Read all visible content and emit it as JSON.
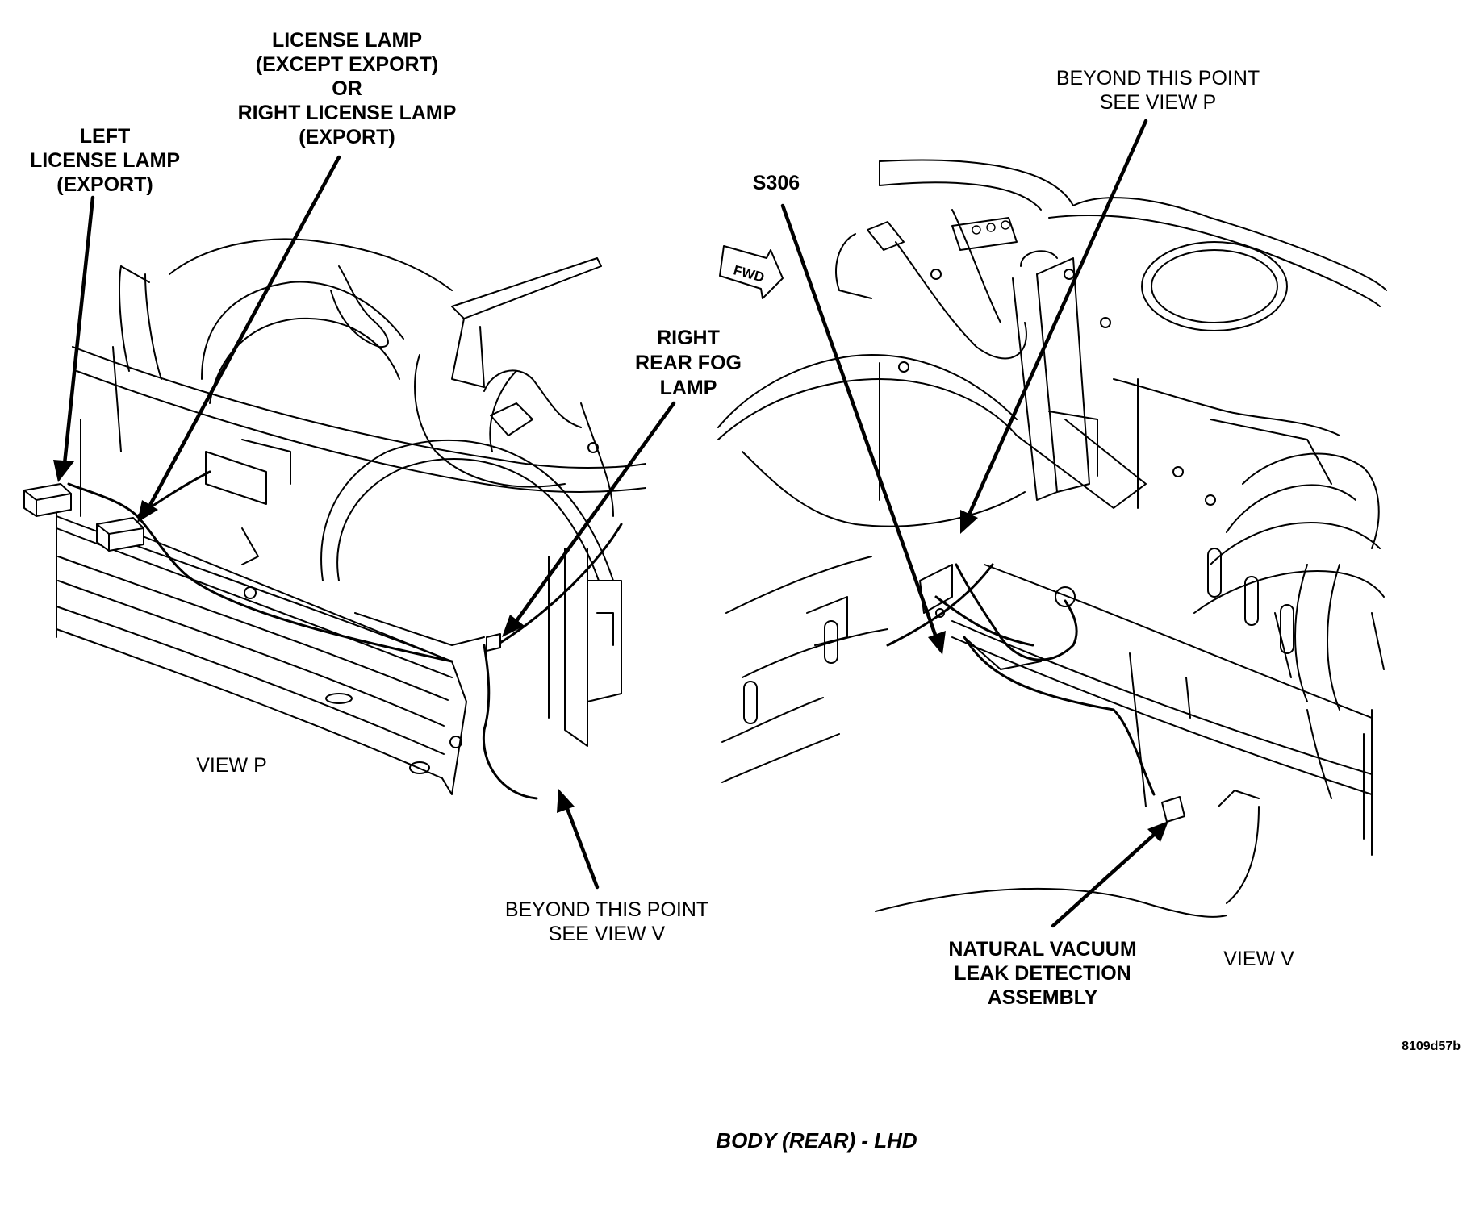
{
  "view_p": {
    "label_left_license_lamp": [
      "LEFT",
      "LICENSE LAMP",
      "(EXPORT)"
    ],
    "label_license_lamp": [
      "LICENSE LAMP",
      "(EXCEPT EXPORT)",
      "OR",
      "RIGHT LICENSE LAMP",
      "(EXPORT)"
    ],
    "label_right_rear_fog_lamp": [
      "RIGHT",
      "REAR FOG",
      "LAMP"
    ],
    "label_beyond_see_view_v": [
      "BEYOND THIS POINT",
      "SEE VIEW  V"
    ],
    "view_name": "VIEW P"
  },
  "view_v": {
    "label_beyond_see_view_p": [
      "BEYOND THIS POINT",
      "SEE VIEW  P"
    ],
    "label_splice": "S306",
    "label_fwd": "FWD",
    "label_nvld": [
      "NATURAL VACUUM",
      "LEAK DETECTION",
      "ASSEMBLY"
    ],
    "view_name": "VIEW V"
  },
  "figure_code": "8109d57b",
  "caption": "BODY (REAR) - LHD"
}
